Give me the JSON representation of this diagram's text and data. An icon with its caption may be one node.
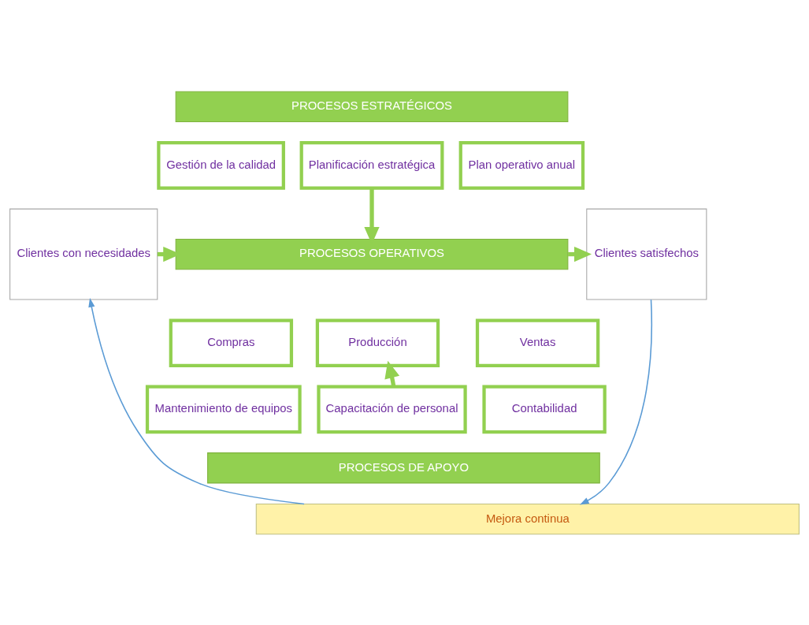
{
  "diagram": {
    "nodes": [
      {
        "text": [
          "Clientes con necesidades"
        ]
      },
      {
        "text": [
          "PROCESOS ESTRATÉGICOS"
        ]
      },
      {
        "text": [
          "Gestión de la calidad"
        ]
      },
      {
        "text": [
          "Planificación estratégica"
        ]
      },
      {
        "text": [
          "Plan operativo anual"
        ]
      },
      {
        "text": [
          "PROCESOS OPERATIVOS"
        ]
      },
      {
        "text": [
          "Compras"
        ]
      },
      {
        "text": [
          "Producción"
        ]
      },
      {
        "text": [
          "Ventas"
        ]
      },
      {
        "text": [
          "Mantenimiento de equipos"
        ]
      },
      {
        "text": [
          "Capacitación de personal"
        ]
      },
      {
        "text": [
          "Contabilidad"
        ]
      },
      {
        "text": [
          "PROCESOS DE APOYO"
        ]
      },
      {
        "text": [
          "Clientes satisfechos"
        ]
      },
      {
        "text": [
          "Mejora continua"
        ]
      }
    ],
    "edges": [
      {
        "from": 0,
        "to": 5,
        "arrow": "to"
      },
      {
        "from": 3,
        "to": 5,
        "arrow": "to"
      },
      {
        "from": 10,
        "to": 7,
        "arrow": "to"
      },
      {
        "from": 5,
        "to": 13,
        "arrow": "to"
      },
      {
        "from": 13,
        "to": 14,
        "arrow": "to",
        "color": "#5b9bd5"
      },
      {
        "from": 14,
        "to": 0,
        "arrow": "to",
        "color": "#5b9bd5"
      }
    ]
  }
}
